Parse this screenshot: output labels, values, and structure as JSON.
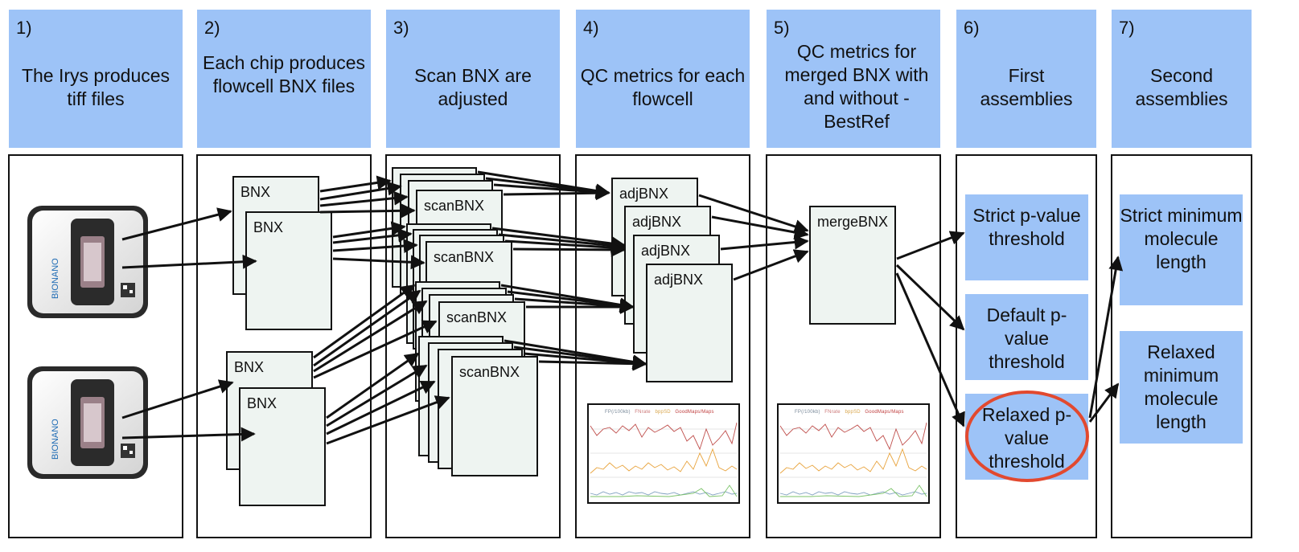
{
  "steps": [
    {
      "num": "1)",
      "label": "The Irys produces tiff files"
    },
    {
      "num": "2)",
      "label": "Each chip produces flowcell BNX files"
    },
    {
      "num": "3)",
      "label": "Scan BNX are adjusted"
    },
    {
      "num": "4)",
      "label": "QC metrics for each flowcell"
    },
    {
      "num": "5)",
      "label": "QC metrics for merged BNX with and without -BestRef"
    },
    {
      "num": "6)",
      "label": "First assemblies"
    },
    {
      "num": "7)",
      "label": "Second assemblies"
    }
  ],
  "chip_text": "BIONANO",
  "bnx_label": "BNX",
  "scan_label": "scanBNX",
  "adj_label": "adjBNX",
  "merge_label": "mergeBNX",
  "first_assemblies": [
    "Strict p-value threshold",
    "Default p-value threshold",
    "Relaxed p-value threshold"
  ],
  "second_assemblies": [
    "Strict minimum molecule length",
    "Relaxed minimum molecule length"
  ],
  "qc_legend": [
    "FP(/100kb)",
    "FNrate",
    "bppSD",
    "GoodMaps/Maps"
  ],
  "colors": {
    "header_blue": "#9dc3f7",
    "highlight_ring": "#e2492f",
    "box_fill": "#eef4f1"
  }
}
